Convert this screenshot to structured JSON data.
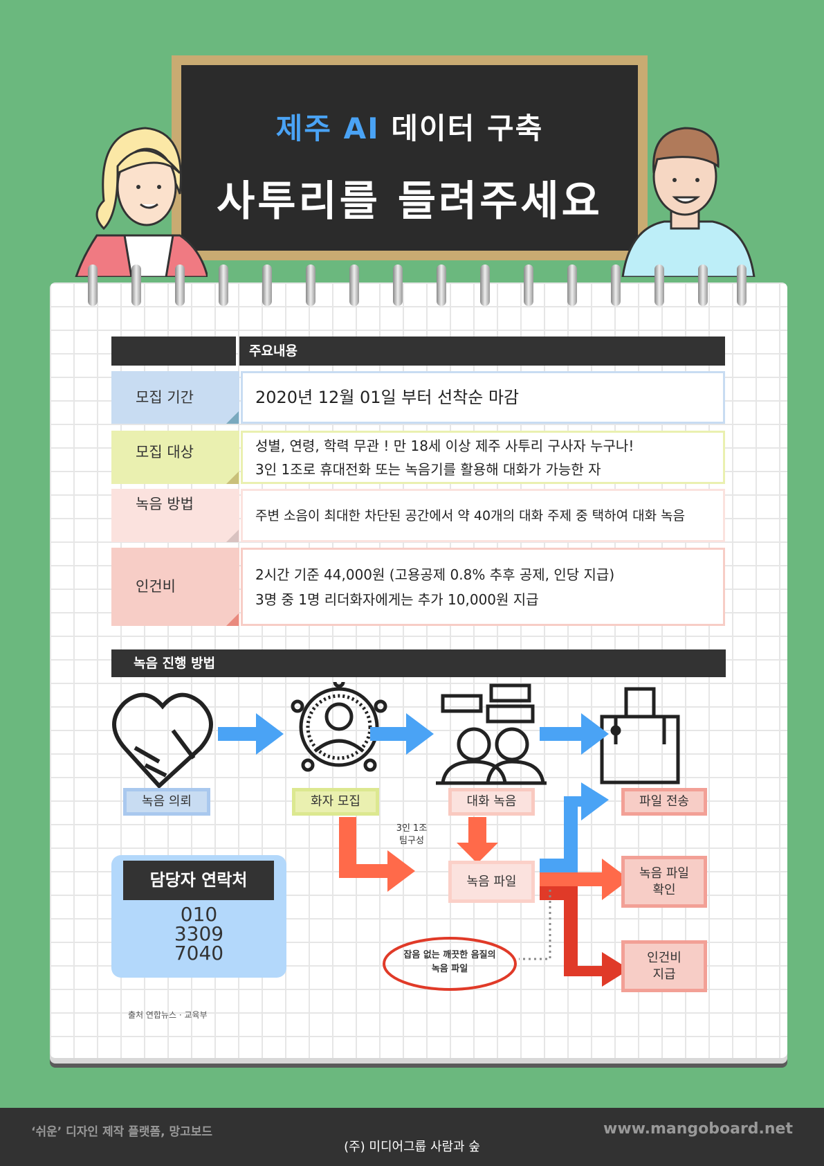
{
  "header": {
    "title_highlight": "제주 AI",
    "title_rest": "데이터 구축",
    "subtitle": "사투리를 들려주세요"
  },
  "table": {
    "header": "주요내용",
    "rows": [
      {
        "label": "모집 기간",
        "lines": [
          "2020년 12월 01일 부터 선착순 마감"
        ],
        "color": "#c8dcf2",
        "fold": "#7aa9be"
      },
      {
        "label": "모집 대상",
        "lines": [
          "성별, 연령, 학력 무관 ! 만 18세 이상 제주 사투리 구사자 누구나!",
          "3인 1조로  휴대전화 또는 녹음기를 활용해 대화가 가능한 자"
        ],
        "color": "#eaf0b0",
        "fold": "#c9c07a"
      },
      {
        "label": "녹음  방법",
        "lines": [
          "주변 소음이 최대한 차단된 공간에서 약 40개의 대화 주제 중 택하여 대화 녹음"
        ],
        "color": "#fbe2de",
        "fold": "#d9c2c0"
      },
      {
        "label": "인건비",
        "lines": [
          "2시간 기준 44,000원 (고용공제 0.8% 추후 공제, 인당 지급)",
          "3명 중 1명 리더화자에게는 추가 10,000원 지급"
        ],
        "color": "#f7cdc6",
        "fold": "#e98a7e"
      }
    ]
  },
  "process": {
    "title": "녹음 진행 방법",
    "steps": [
      "녹음 의뢰",
      "화자 모집",
      "대화 녹음",
      "파일 전송"
    ],
    "team_note": [
      "3인 1조",
      "팀구성"
    ],
    "file": "녹음 파일",
    "confirm": [
      "녹음 파일",
      "확인"
    ],
    "pay": [
      "인건비",
      "지급"
    ],
    "quality": [
      "잡음 없는 깨끗한 음질의",
      "녹음 파일"
    ]
  },
  "contact": {
    "title": "담당자 연락처",
    "number": [
      "010",
      "3309",
      "7040"
    ]
  },
  "source": "출처 연합뉴스 · 교육부",
  "footer": {
    "left": "‘쉬운’ 디자인 제작 플랫폼, 망고보드",
    "center": "(주) 미디어그룹 사람과 숲",
    "right": "www.mangoboard.net"
  },
  "colors": {
    "background": "#6bb87e",
    "blue_arrow": "#4aa3f5",
    "red_arrow": "#ff6a4a",
    "dark_red": "#e03a28"
  }
}
